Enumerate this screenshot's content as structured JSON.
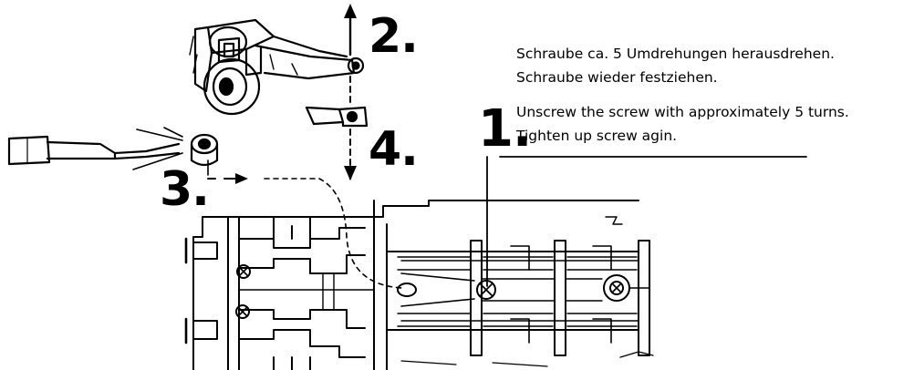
{
  "diagram": {
    "steps": {
      "step1": "1.",
      "step2": "2.",
      "step3": "3.",
      "step4": "4."
    },
    "instructions": {
      "de": [
        "Schraube ca. 5 Umdrehungen herausdrehen.",
        "Schraube wieder festziehen."
      ],
      "en": [
        "Unscrew the screw with approximately 5 turns.",
        "Tighten up screw agin."
      ]
    },
    "colors": {
      "ink": "#000000",
      "paper": "#ffffff"
    }
  }
}
